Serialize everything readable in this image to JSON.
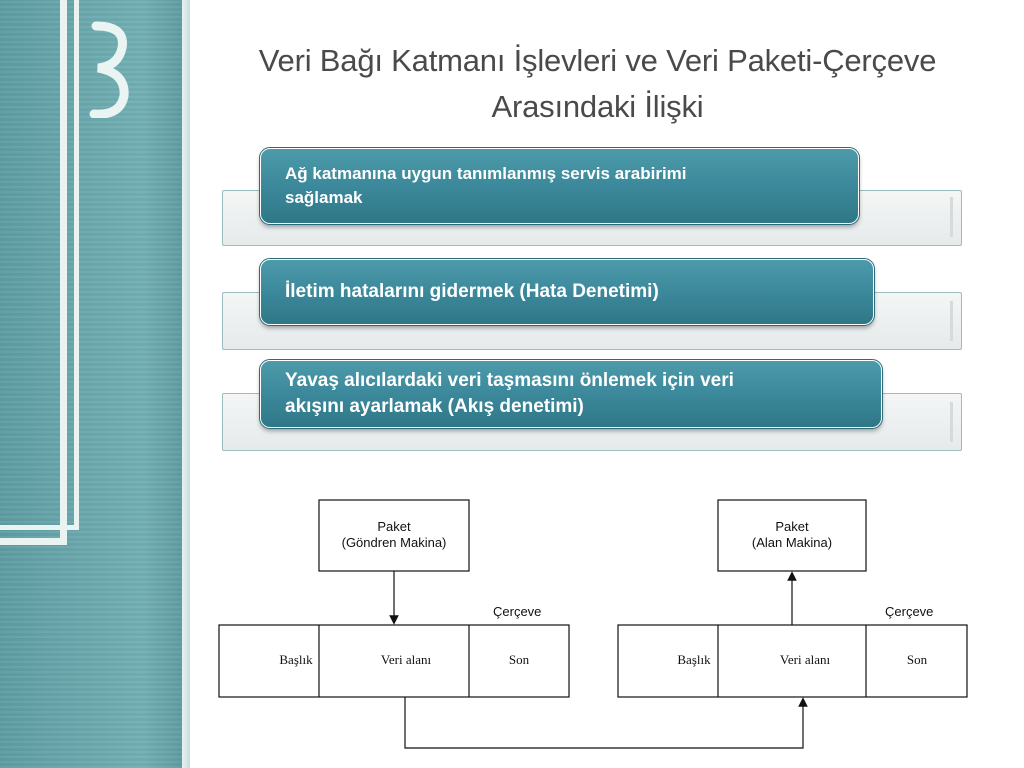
{
  "slide": {
    "title_line1": "Veri Bağı Katmanı İşlevleri ve Veri Paketi-Çerçeve",
    "title_line2": "Arasındaki İlişki"
  },
  "functions": [
    {
      "line1": "Ağ katmanına uygun tanımlanmış servis arabirimi",
      "line2": "sağlamak"
    },
    {
      "line1": "İletim hatalarını gidermek (Hata Denetimi)",
      "line2": ""
    },
    {
      "line1": "Yavaş alıcılardaki veri taşmasını önlemek için veri",
      "line2": "akışını ayarlamak (Akış denetimi)"
    }
  ],
  "diagram": {
    "left": {
      "packet_line1": "Paket",
      "packet_line2": "(Göndren Makina)",
      "frame_label": "Çerçeve",
      "header": "Başlık",
      "data": "Veri alanı",
      "trailer": "Son"
    },
    "right": {
      "packet_line1": "Paket",
      "packet_line2": "(Alan Makina)",
      "frame_label": "Çerçeve",
      "header": "Başlık",
      "data": "Veri alanı",
      "trailer": "Son"
    }
  }
}
